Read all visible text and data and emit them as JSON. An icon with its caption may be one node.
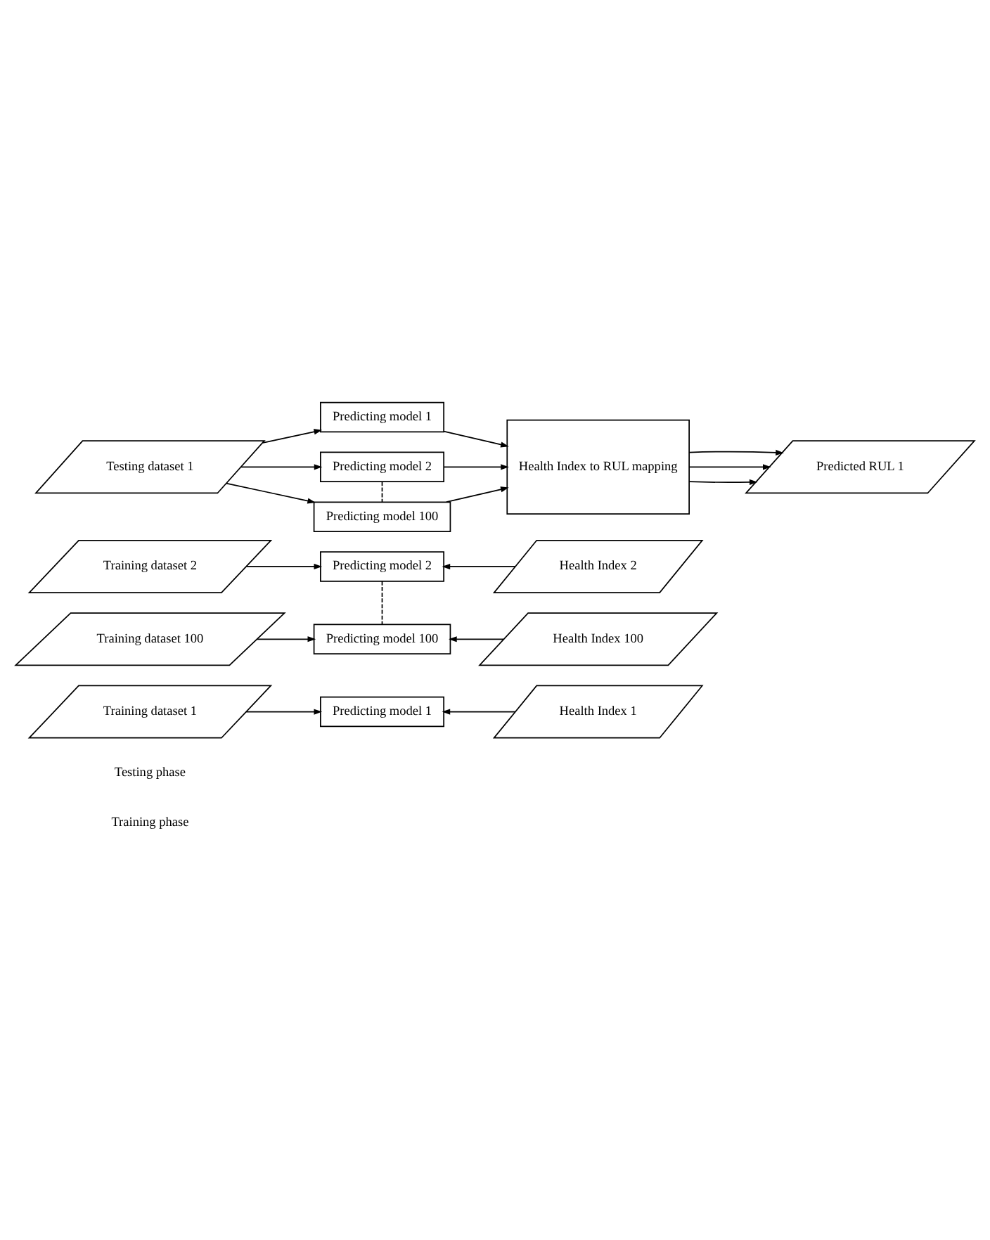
{
  "diagram": {
    "nodes": [
      {
        "text": [
          "Training dataset 1"
        ]
      },
      {
        "text": [
          "Predicting model 1"
        ]
      },
      {
        "text": [
          "Health Index 1"
        ]
      },
      {
        "text": [
          "Training dataset 2"
        ]
      },
      {
        "text": [
          "Predicting model 2"
        ]
      },
      {
        "text": [
          "Health Index 2"
        ]
      },
      {
        "text": [
          "Training dataset 100"
        ]
      },
      {
        "text": [
          "Predicting model 100"
        ]
      },
      {
        "text": [
          "Health Index 100"
        ]
      },
      {
        "text": [
          "Testing dataset 1"
        ]
      },
      {
        "text": [
          "Predicting model 1"
        ]
      },
      {
        "text": [
          "Predicting model 2"
        ]
      },
      {
        "text": [
          "Predicting model 100"
        ]
      },
      {
        "text": [
          "Health Index to RUL mapping"
        ]
      },
      {
        "text": [
          "Predicted RUL 1"
        ]
      }
    ],
    "edges": [
      {
        "from": 0,
        "to": 1,
        "arrow": "to"
      },
      {
        "from": 2,
        "to": 1,
        "arrow": "to"
      },
      {
        "from": 3,
        "to": 4,
        "arrow": "to"
      },
      {
        "from": 5,
        "to": 4,
        "arrow": "to"
      },
      {
        "from": 4,
        "to": 7,
        "arrow": "none",
        "style": "dashed"
      },
      {
        "from": 6,
        "to": 7,
        "arrow": "to"
      },
      {
        "from": 8,
        "to": 7,
        "arrow": "to"
      },
      {
        "from": 9,
        "to": 10,
        "arrow": "to"
      },
      {
        "from": 9,
        "to": 11,
        "arrow": "to"
      },
      {
        "from": 9,
        "to": 12,
        "arrow": "to"
      },
      {
        "from": 11,
        "to": 12,
        "arrow": "none",
        "style": "dashed"
      },
      {
        "from": 10,
        "to": 13,
        "arrow": "to"
      },
      {
        "from": 11,
        "to": 13,
        "arrow": "to"
      },
      {
        "from": 12,
        "to": 13,
        "arrow": "to"
      },
      {
        "from": 13,
        "to": 14,
        "arrow": "to"
      },
      {
        "from": 13,
        "to": 14,
        "arrow": "to"
      },
      {
        "from": 13,
        "to": 14,
        "arrow": "to"
      }
    ],
    "labels": [
      "Training phase",
      "Testing phase"
    ]
  }
}
